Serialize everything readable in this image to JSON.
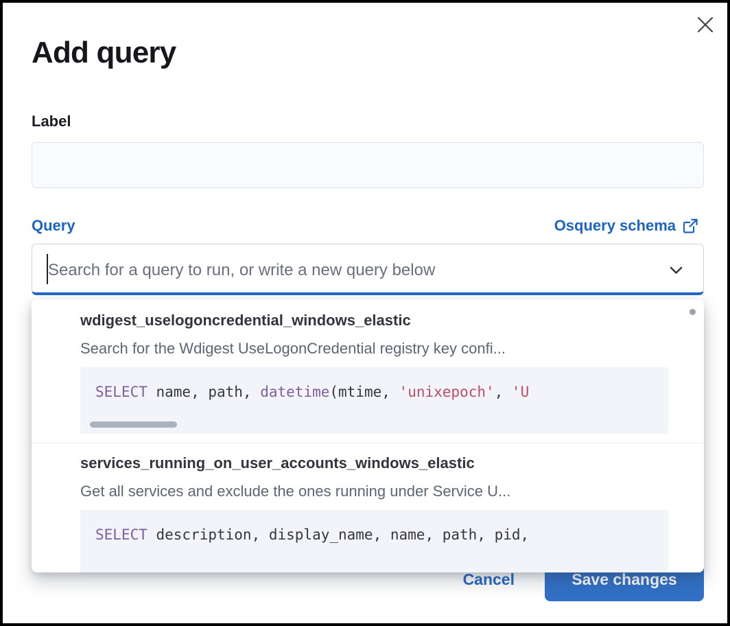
{
  "modal": {
    "title": "Add query"
  },
  "label_field": {
    "label": "Label",
    "value": ""
  },
  "query_field": {
    "label": "Query",
    "schema_link_label": "Osquery schema",
    "placeholder": "Search for a query to run, or write a new query below"
  },
  "dropdown": {
    "options": [
      {
        "title": "wdigest_uselogoncredential_windows_elastic",
        "description": "Search for the Wdigest UseLogonCredential registry key confi...",
        "sql_tokens": [
          {
            "type": "kw",
            "text": "SELECT"
          },
          {
            "type": "plain",
            "text": " name, path, "
          },
          {
            "type": "fn",
            "text": "datetime"
          },
          {
            "type": "plain",
            "text": "(mtime, "
          },
          {
            "type": "str",
            "text": "'unixepoch'"
          },
          {
            "type": "plain",
            "text": ", "
          },
          {
            "type": "str",
            "text": "'U"
          }
        ],
        "has_horizontal_scrollbar": true
      },
      {
        "title": "services_running_on_user_accounts_windows_elastic",
        "description": "Get all services and exclude the ones running under Service U...",
        "sql_tokens": [
          {
            "type": "kw",
            "text": "SELECT"
          },
          {
            "type": "plain",
            "text": " description, display_name, name, path, pid,"
          }
        ],
        "has_horizontal_scrollbar": false
      }
    ]
  },
  "footer": {
    "cancel_label": "Cancel",
    "save_label": "Save changes"
  },
  "icons": {
    "close": "close-icon",
    "external_link": "external-link-icon",
    "chevron_down": "chevron-down-icon"
  },
  "colors": {
    "primary_link": "#1b64c4",
    "primary_button": "#3170c6",
    "focus_underline": "#2268c4",
    "code_keyword": "#7c609e",
    "code_string": "#bd4c65",
    "code_background": "#f2f4f9",
    "option_title": "#32353e",
    "option_description": "#5d6574"
  }
}
